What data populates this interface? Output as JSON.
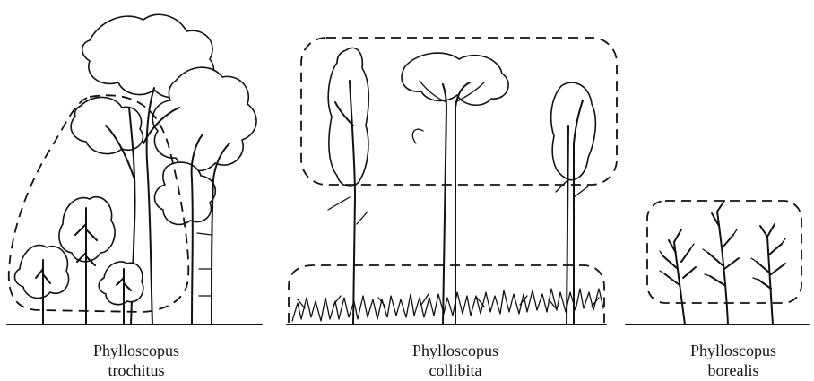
{
  "labels": [
    {
      "line1": "Phylloscopus",
      "line2": "trochitus"
    },
    {
      "line1": "Phylloscopus",
      "line2": "collibita"
    },
    {
      "line1": "Phylloscopus",
      "line2": "borealis"
    }
  ]
}
